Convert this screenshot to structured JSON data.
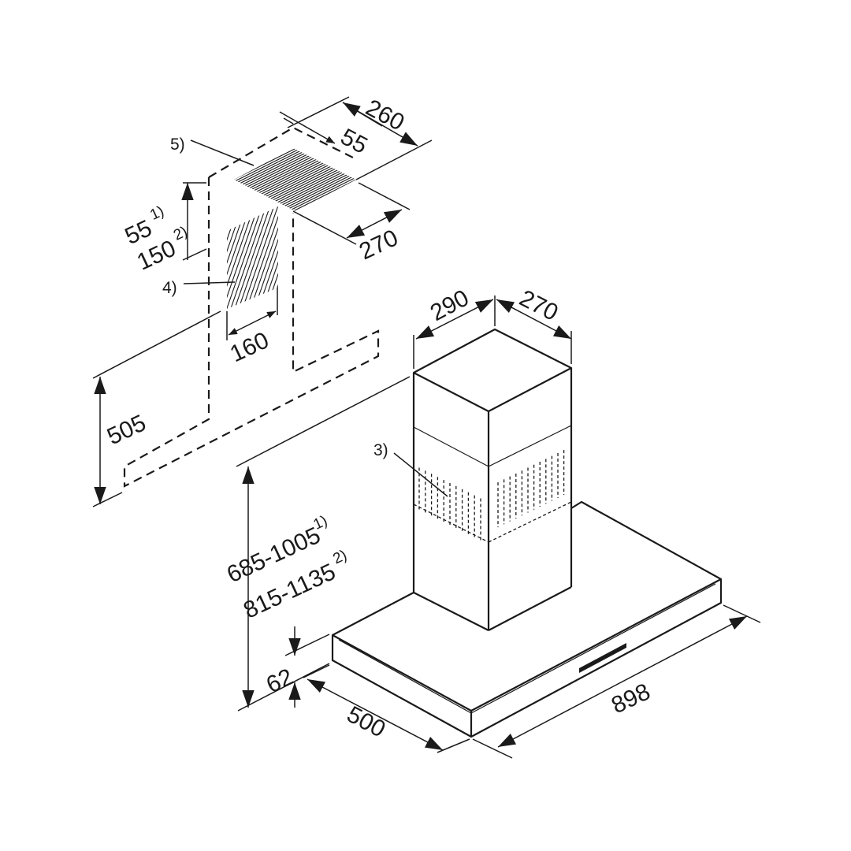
{
  "diagram": {
    "dimensions": {
      "d260": "260",
      "d55": "55",
      "d270_top": "270",
      "d55_note1_value": "55",
      "d55_note1_sup": "1)",
      "d150_note2_value": "150",
      "d150_note2_sup": "2)",
      "d160": "160",
      "d505": "505",
      "d290": "290",
      "d270_chimney": "270",
      "height_range_1": "685-1005",
      "height_range_1_sup": "1)",
      "height_range_2": "815-1135",
      "height_range_2_sup": "2)",
      "d62": "62",
      "d500": "500",
      "d898": "898"
    },
    "notes": {
      "n3": "3)",
      "n4": "4)",
      "n5": "5)"
    }
  }
}
